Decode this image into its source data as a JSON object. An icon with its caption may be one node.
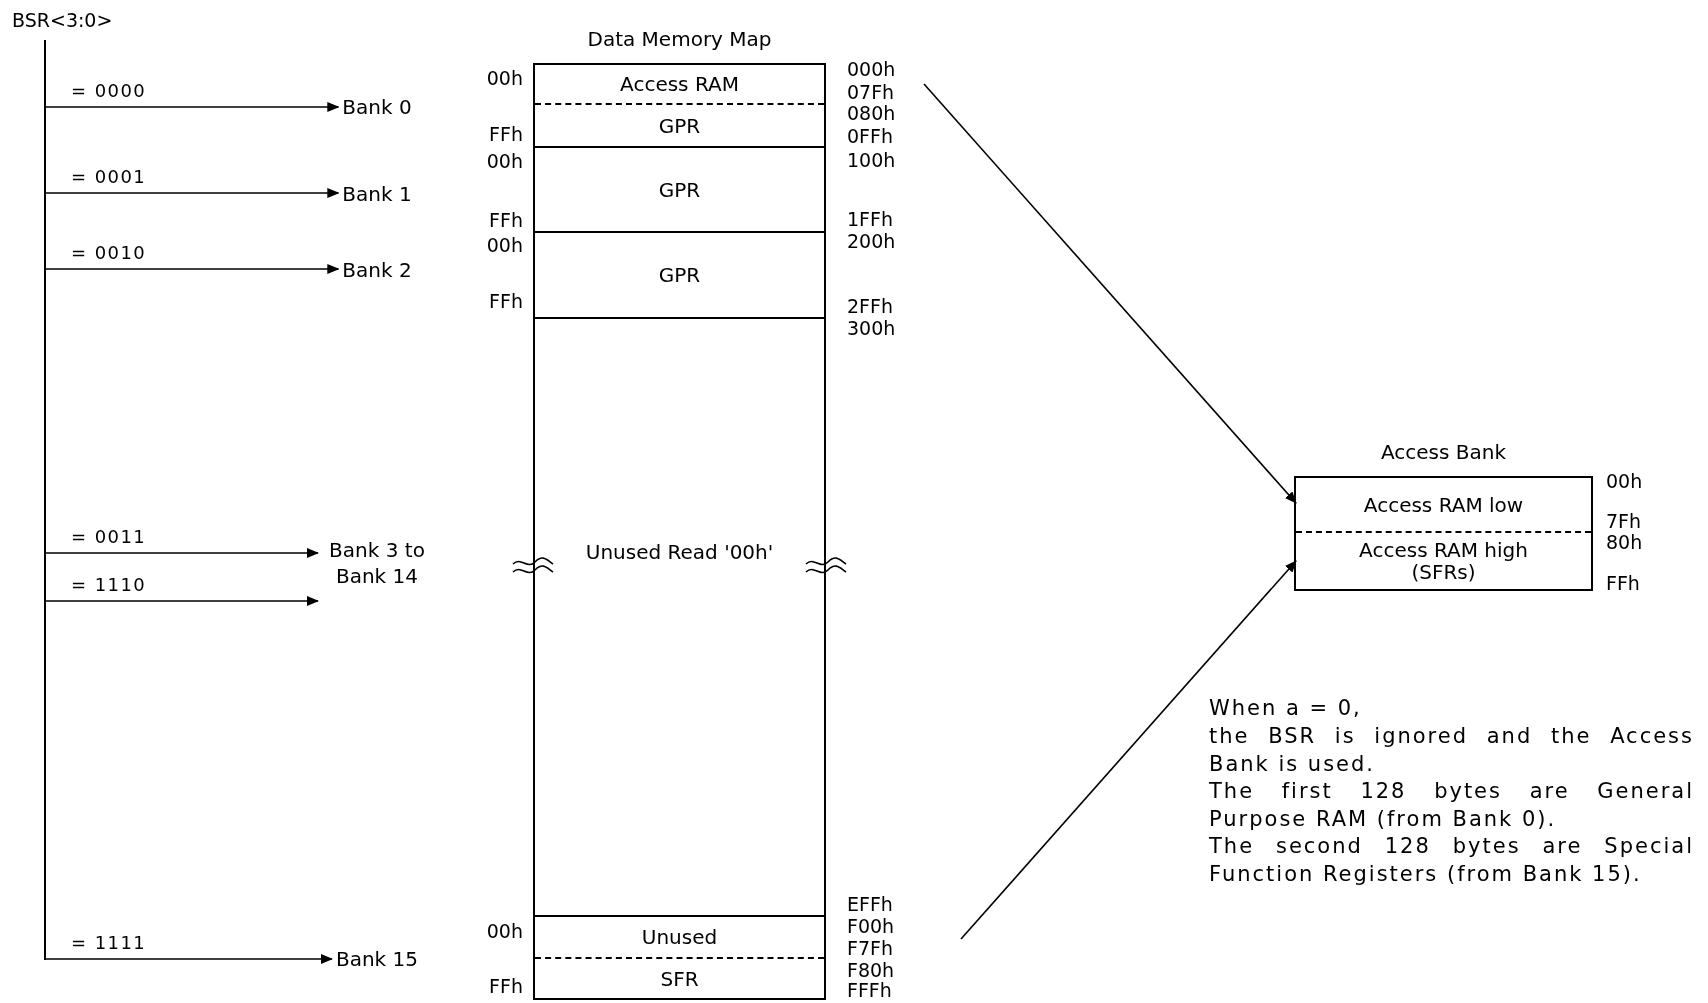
{
  "diagram": {
    "nodes": [
      {
        "text": [
          "Bank 0"
        ]
      },
      {
        "text": [
          "Bank 1"
        ]
      },
      {
        "text": [
          "Bank 2"
        ]
      },
      {
        "text": [
          "Bank 3 to Bank 14"
        ]
      },
      {
        "text": [
          "Bank 15"
        ]
      },
      {
        "text": [
          "Data Memory Map"
        ]
      },
      {
        "text": [
          "Access RAM"
        ],
        "in": 5
      },
      {
        "text": [
          "GPR"
        ],
        "in": 5
      },
      {
        "text": [
          "GPR"
        ],
        "in": 5
      },
      {
        "text": [
          "GPR"
        ],
        "in": 5
      },
      {
        "text": [
          "Unused Read '00h'"
        ],
        "in": 5
      },
      {
        "text": [
          "Unused"
        ],
        "in": 5
      },
      {
        "text": [
          "SFR"
        ],
        "in": 5
      },
      {
        "text": [
          "Access Bank"
        ]
      },
      {
        "text": [
          "Access RAM low"
        ],
        "in": 13
      },
      {
        "text": [
          "Access RAM high (SFRs)"
        ],
        "in": 13
      }
    ],
    "edges": [
      {
        "from": null,
        "to": 0,
        "arrow": "to",
        "label": "= 0000"
      },
      {
        "from": null,
        "to": 1,
        "arrow": "to",
        "label": "= 0001"
      },
      {
        "from": null,
        "to": 2,
        "arrow": "to",
        "label": "= 0010"
      },
      {
        "from": null,
        "to": 3,
        "arrow": "to",
        "label": "= 0011"
      },
      {
        "from": null,
        "to": 3,
        "arrow": "to",
        "label": "= 1110"
      },
      {
        "from": null,
        "to": 4,
        "arrow": "to",
        "label": "= 1111"
      },
      {
        "from": 6,
        "to": 14,
        "arrow": "to"
      },
      {
        "from": null,
        "to": 15,
        "arrow": "to"
      }
    ],
    "labels": [
      "BSR<3:0>",
      "00h",
      "FFh",
      "00h",
      "FFh",
      "00h",
      "FFh",
      "00h",
      "FFh",
      "000h",
      "07Fh",
      "080h",
      "0FFh",
      "100h",
      "1FFh",
      "200h",
      "2FFh",
      "300h",
      "EFFh",
      "F00h",
      "F7Fh",
      "F80h",
      "FFFh",
      "00h",
      "7Fh",
      "80h",
      "FFh",
      "When a = 0,",
      "the BSR is ignored and the Access Bank is used.",
      "The first 128 bytes are General Purpose RAM (from Bank 0).",
      "The second 128 bytes are Special Function Registers (from Bank 15)."
    ]
  }
}
